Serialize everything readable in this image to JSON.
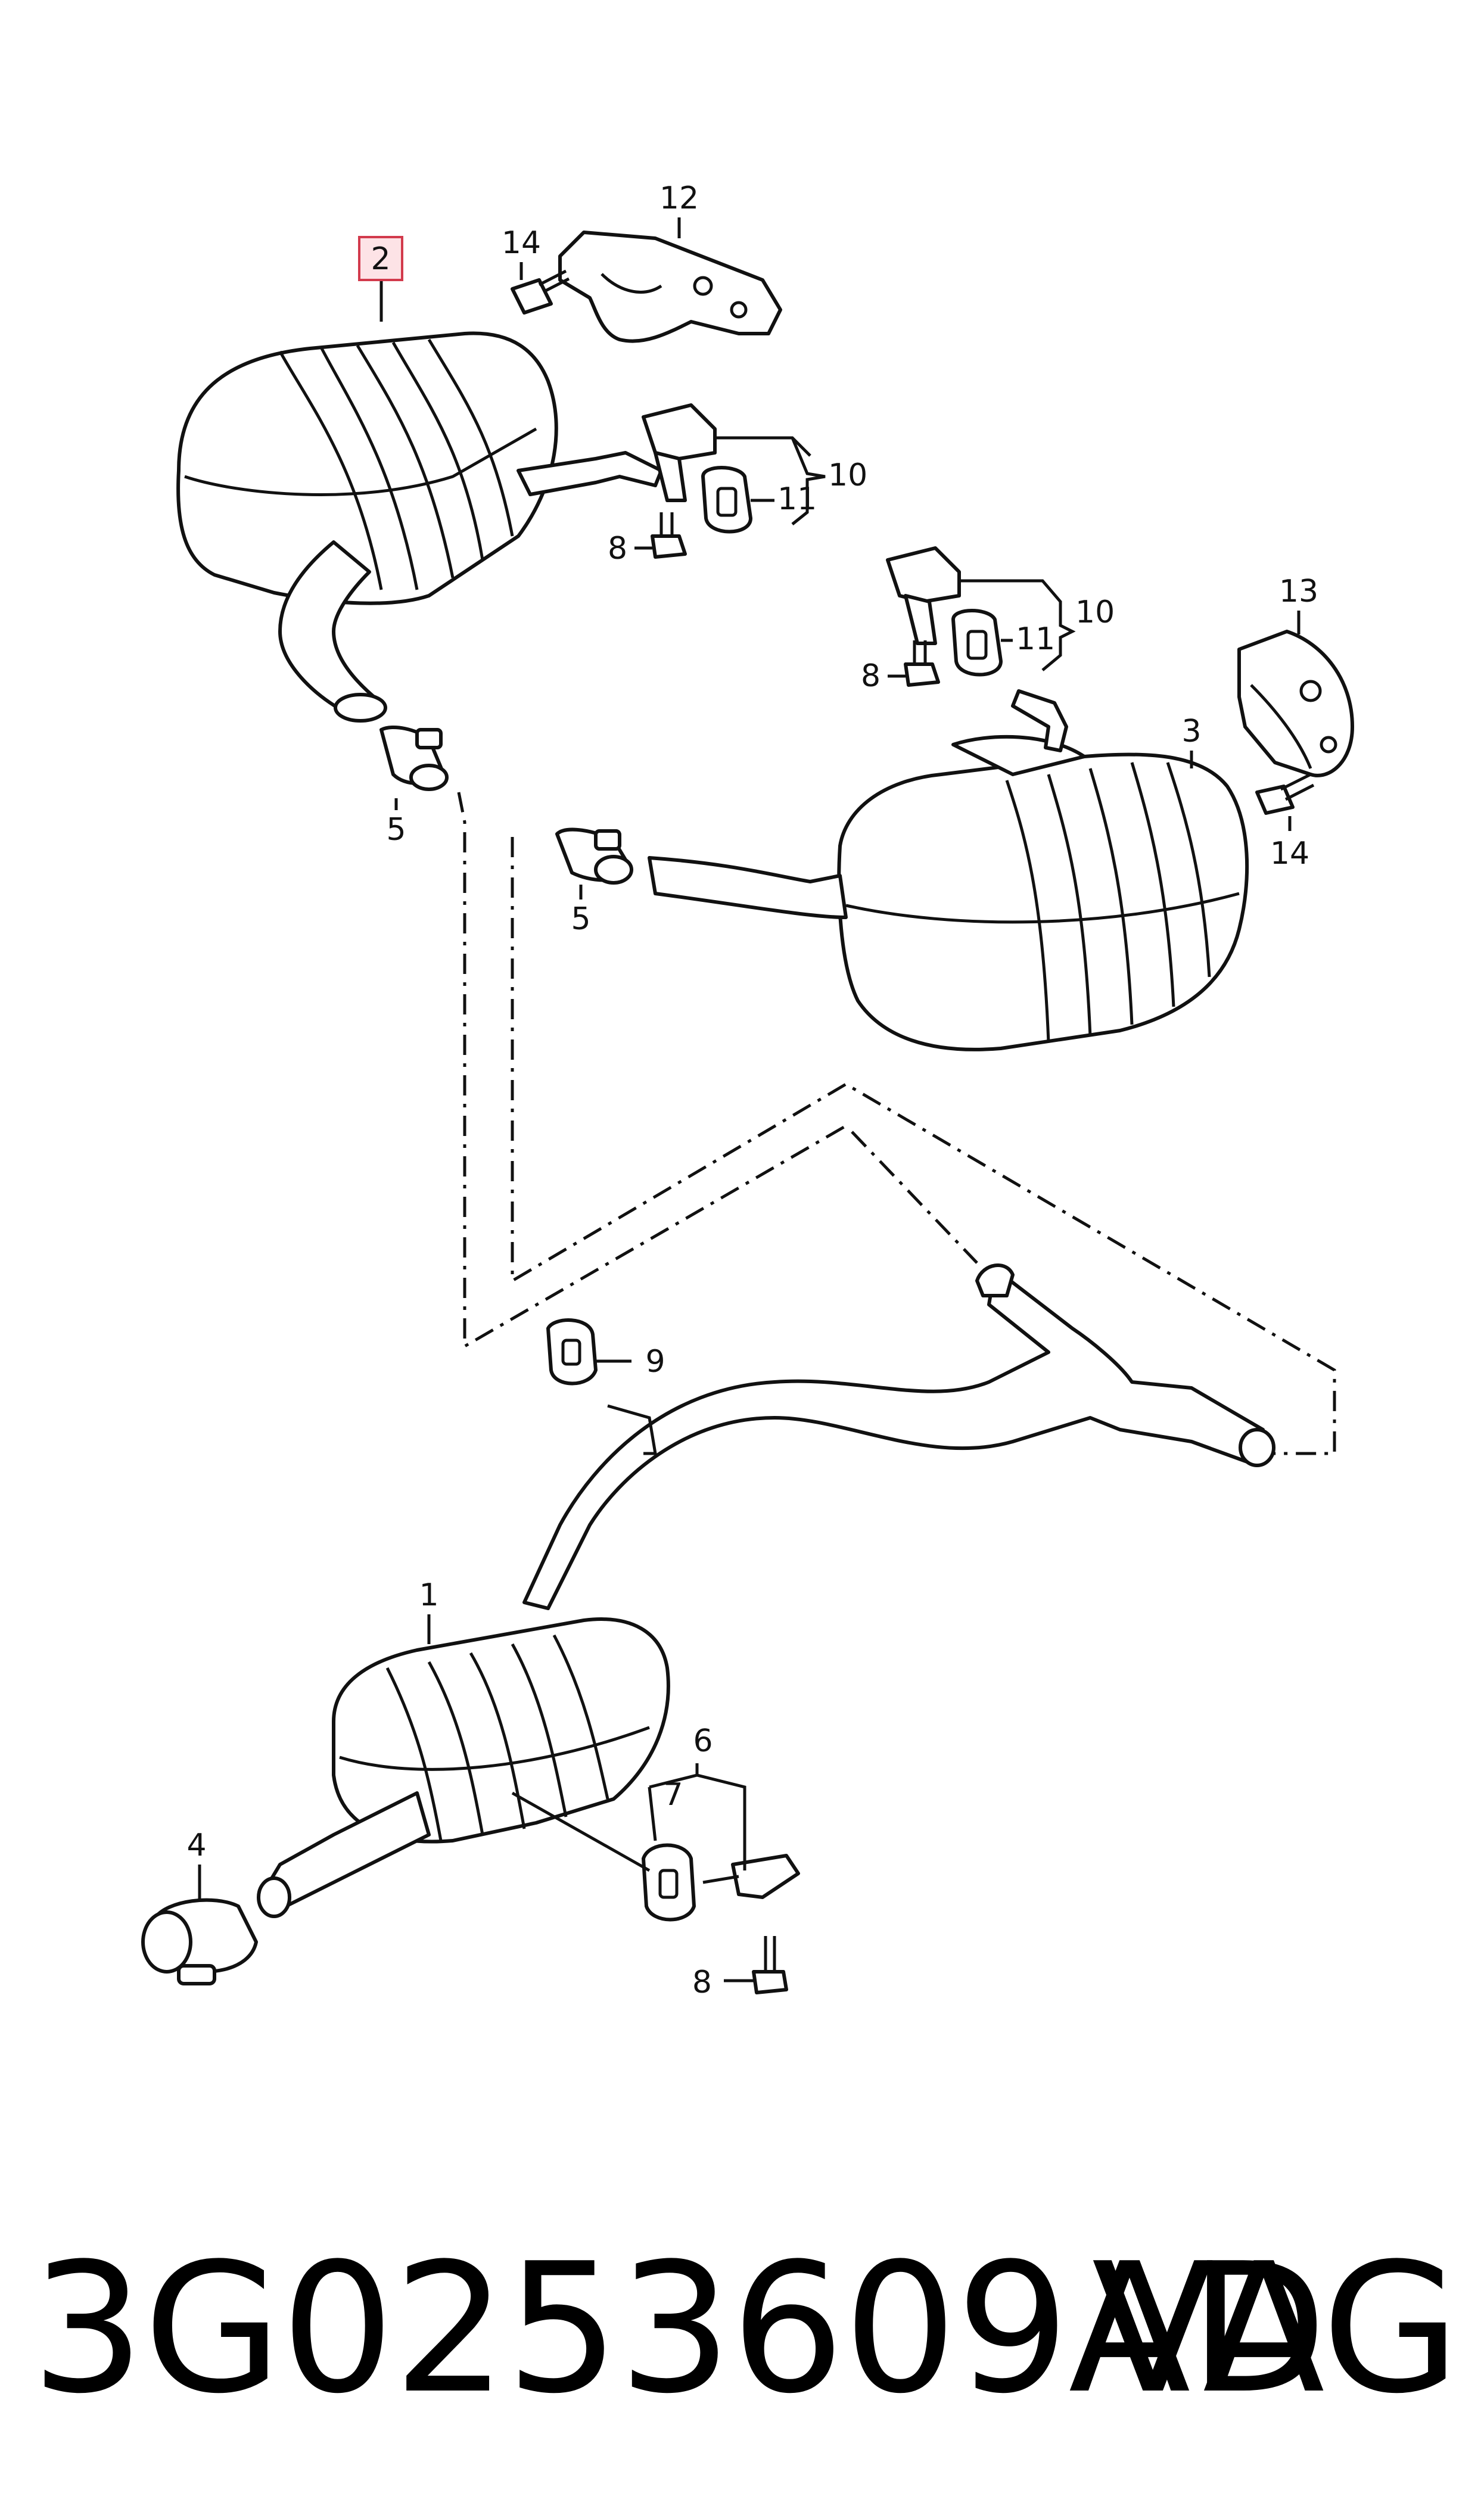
{
  "callouts": {
    "c1": "1",
    "c2": "2",
    "c3": "3",
    "c4": "4",
    "c5a": "5",
    "c5b": "5",
    "c6": "6",
    "c7": "7",
    "c8a": "8",
    "c8b": "8",
    "c8c": "8",
    "c9": "9",
    "c10a": "10",
    "c10b": "10",
    "c11a": "11",
    "c11b": "11",
    "c12": "12",
    "c13": "13",
    "c14a": "14",
    "c14b": "14"
  },
  "highlighted_part": "2",
  "footer": {
    "part_number": "3G0253609AD",
    "brand": "VAG"
  }
}
